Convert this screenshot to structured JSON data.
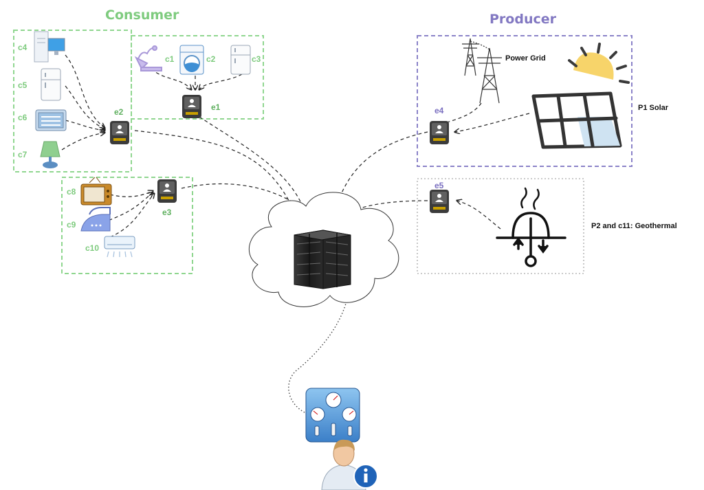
{
  "titles": {
    "consumer": "Consumer",
    "producer": "Producer"
  },
  "consumers": {
    "c1": "c1",
    "c2": "c2",
    "c3": "c3",
    "c4": "c4",
    "c5": "c5",
    "c6": "c6",
    "c7": "c7",
    "c8": "c8",
    "c9": "c9",
    "c10": "c10"
  },
  "gateways": {
    "e1": "e1",
    "e2": "e2",
    "e3": "e3",
    "e4": "e4",
    "e5": "e5"
  },
  "producers": {
    "power_grid": "Power Grid",
    "solar": "P1 Solar",
    "geothermal": "P2 and c11: Geothermal"
  },
  "colors": {
    "consumer_accent": "#7ecb7e",
    "producer_accent": "#8278c2",
    "box_consumer": "#8fd68f",
    "box_producer": "#8a82c8",
    "box_geo": "#b8b8b8"
  },
  "icons": {
    "cloud": "cloud-icon",
    "server": "server-rack-icon",
    "gateway": "smart-meter-icon",
    "operator": "operator-user-info-icon",
    "dashboard": "control-panel-icon"
  }
}
